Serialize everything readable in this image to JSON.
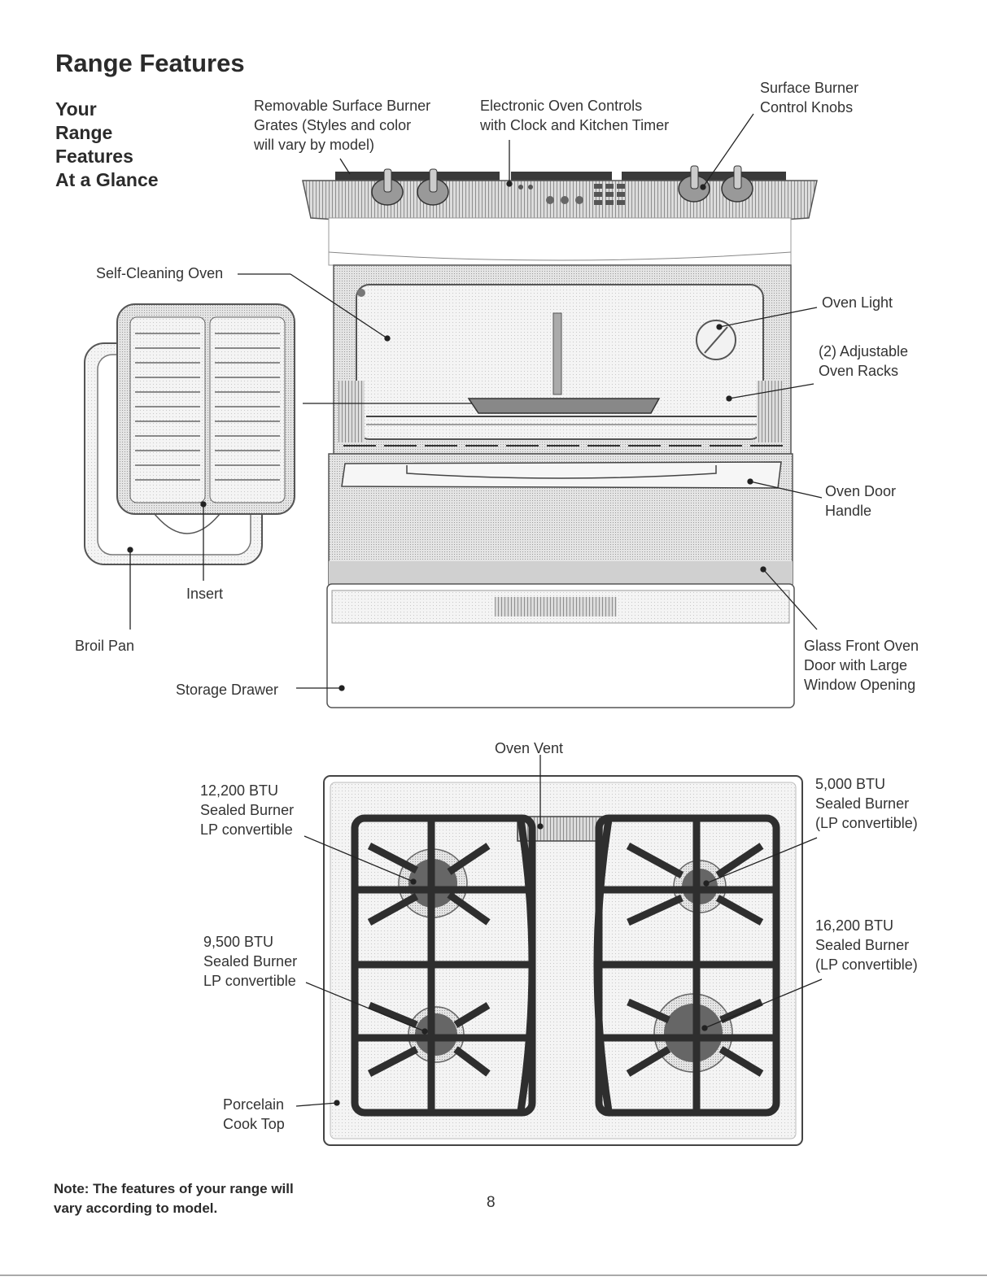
{
  "page": {
    "title": "Range Features",
    "subtitle_lines": [
      "Your",
      "Range",
      "Features",
      "At a Glance"
    ],
    "note_lines": [
      "Note: The features of your range will",
      "vary according to model."
    ],
    "page_number": "8"
  },
  "range_labels": {
    "grates": [
      "Removable Surface Burner",
      "Grates (Styles and color",
      "will vary by model)"
    ],
    "controls": [
      "Electronic Oven Controls",
      "with Clock and Kitchen Timer"
    ],
    "knobs": [
      "Surface Burner",
      "Control Knobs"
    ],
    "self_cleaning": "Self-Cleaning Oven",
    "oven_light": "Oven Light",
    "racks": [
      "(2) Adjustable",
      "Oven Racks"
    ],
    "door_handle": [
      "Oven Door",
      "Handle"
    ],
    "insert": "Insert",
    "broil_pan": "Broil Pan",
    "glass_door": [
      "Glass Front Oven",
      "Door with Large",
      "Window Opening"
    ],
    "storage_drawer": "Storage Drawer"
  },
  "cooktop_labels": {
    "oven_vent": "Oven Vent",
    "burner_12200": [
      "12,200 BTU",
      "Sealed Burner",
      "LP convertible"
    ],
    "burner_5000": [
      "5,000 BTU",
      "Sealed Burner",
      "(LP convertible)"
    ],
    "burner_9500": [
      "9,500 BTU",
      "Sealed Burner",
      "LP convertible"
    ],
    "burner_16200": [
      "16,200 BTU",
      "Sealed Burner",
      "(LP convertible)"
    ],
    "porcelain": [
      "Porcelain",
      "Cook Top"
    ]
  }
}
